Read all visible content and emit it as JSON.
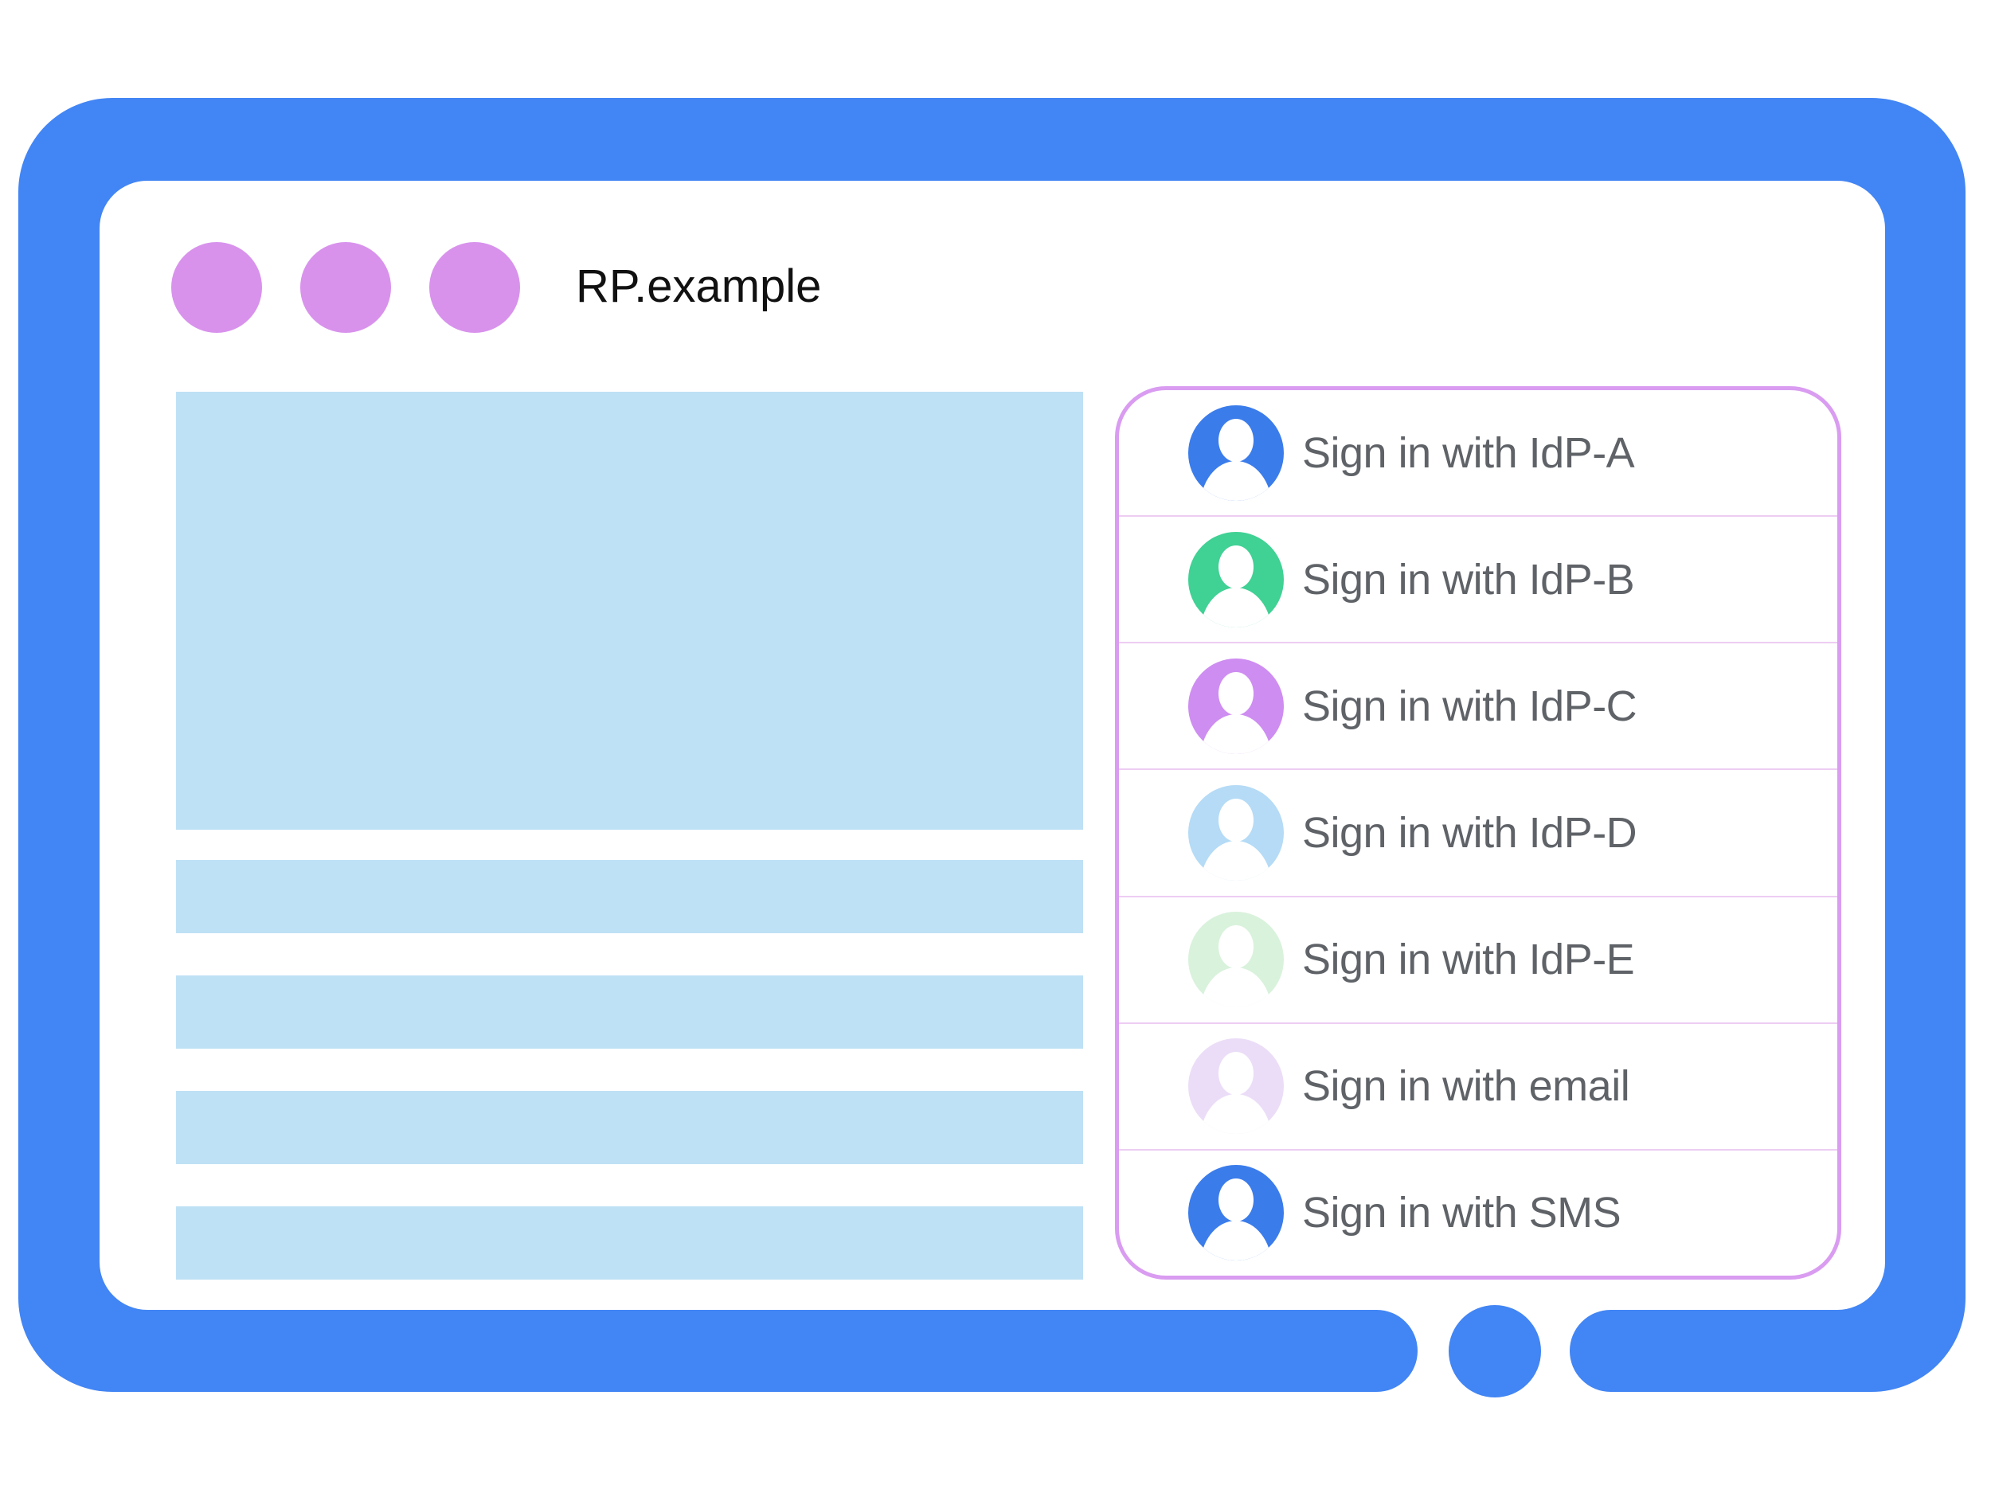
{
  "window": {
    "title": "RP.example",
    "controls": [
      {
        "icon": "window-dot"
      },
      {
        "icon": "window-dot"
      },
      {
        "icon": "window-dot"
      }
    ],
    "colors": {
      "frame": "#4285F4",
      "window_dot": "#D892EC",
      "content_block": "#BFE1F5"
    }
  },
  "signin_panel": {
    "style": {
      "border_color": "#D99CF1",
      "divider_color": "#EDCDF3",
      "label_color": "#5F6368"
    },
    "options": [
      {
        "label": "Sign in with IdP-A",
        "icon": "person-avatar-icon",
        "avatar_color": "#3B7CEB"
      },
      {
        "label": "Sign in with IdP-B",
        "icon": "person-avatar-icon",
        "avatar_color": "#40D194"
      },
      {
        "label": "Sign in with IdP-C",
        "icon": "person-avatar-icon",
        "avatar_color": "#CE8DF1"
      },
      {
        "label": "Sign in with IdP-D",
        "icon": "person-avatar-icon",
        "avatar_color": "#B5DBF6"
      },
      {
        "label": "Sign in with IdP-E",
        "icon": "person-avatar-icon",
        "avatar_color": "#D9F2DC"
      },
      {
        "label": "Sign in with email",
        "icon": "person-avatar-icon",
        "avatar_color": "#EBDDF7"
      },
      {
        "label": "Sign in with SMS",
        "icon": "person-avatar-icon",
        "avatar_color": "#3B7CEB"
      }
    ]
  },
  "device": {
    "home_button": {
      "icon": "home-button-circle",
      "color": "#4285F4"
    }
  }
}
